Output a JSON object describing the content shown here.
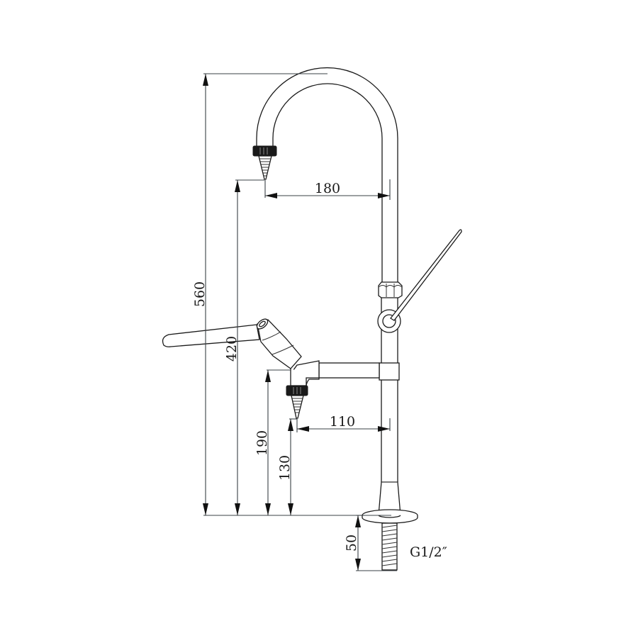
{
  "drawing": {
    "subject": "laboratory gooseneck faucet with side outlet",
    "units": "mm",
    "line_color": "#1a1a1a",
    "background": "#ffffff"
  },
  "dimensions": {
    "total_height": "560",
    "spout_outlet_height": "420",
    "side_valve_height": "190",
    "side_outlet_height": "130",
    "spout_reach": "180",
    "side_outlet_reach": "110",
    "shank_length": "50"
  },
  "labels": {
    "thread_spec": "G1/2″"
  },
  "parts": {
    "gooseneck": "gooseneck-spout",
    "serrated_nozzles": 2,
    "lever_handles": 2,
    "hex_nut": "hex-nut",
    "base_flange": "base-flange",
    "threaded_shank": "threaded-shank"
  }
}
